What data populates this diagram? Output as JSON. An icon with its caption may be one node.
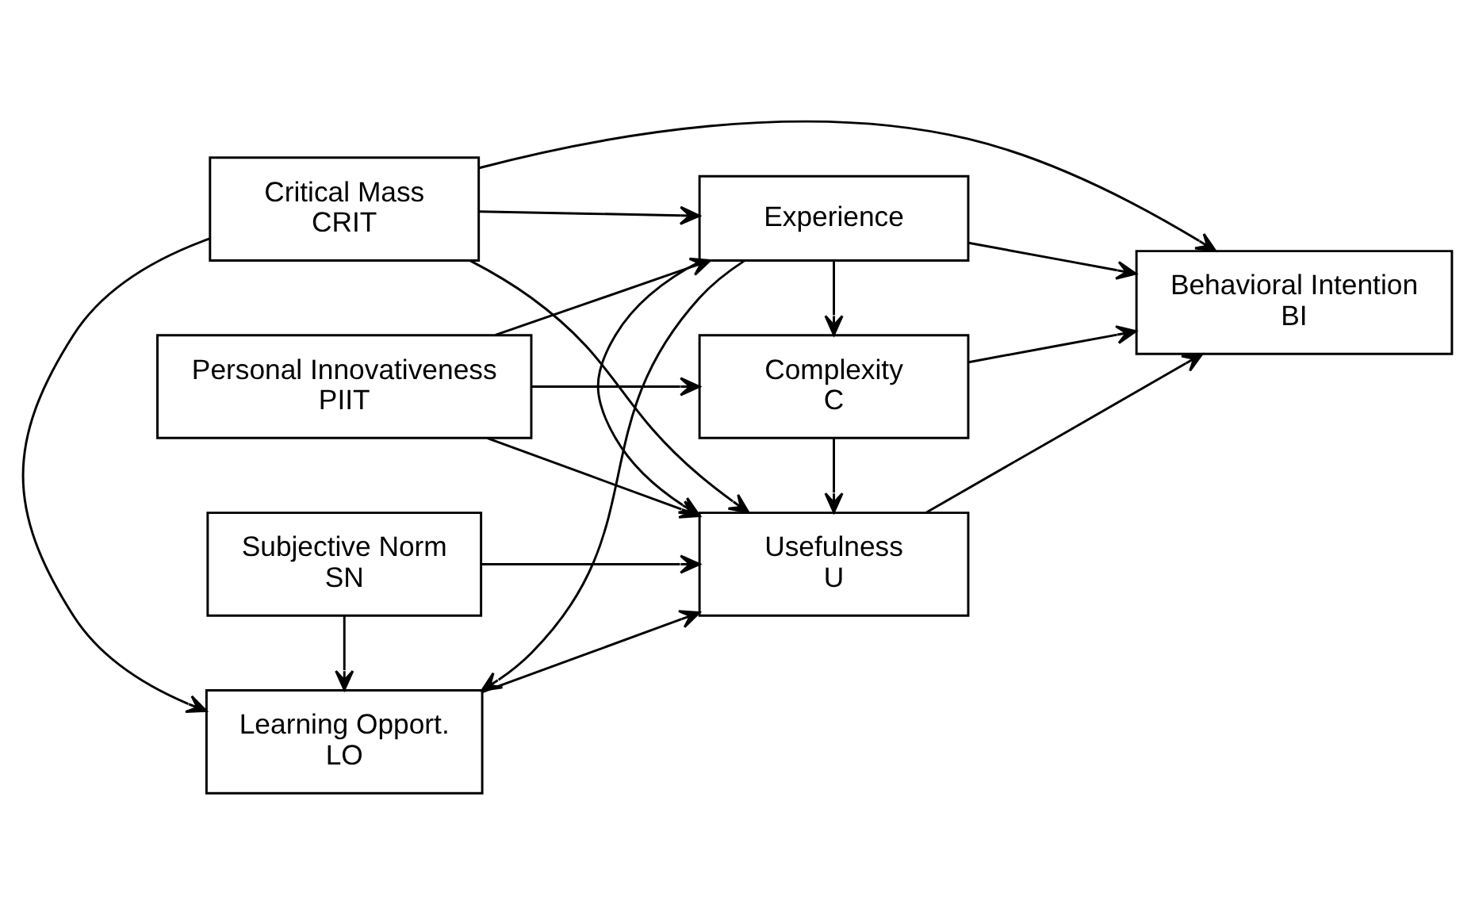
{
  "diagram": {
    "nodes": [
      {
        "text": [
          "Critical Mass",
          "CRIT"
        ]
      },
      {
        "text": [
          "Experience"
        ]
      },
      {
        "text": [
          "Learning Opport.",
          "LO"
        ]
      },
      {
        "text": [
          "Usefulness",
          "U"
        ]
      },
      {
        "text": [
          "Behavioral Intention",
          "BI"
        ]
      },
      {
        "text": [
          "Subjective Norm",
          "SN"
        ]
      },
      {
        "text": [
          "Personal Innovativeness",
          "PIIT"
        ]
      },
      {
        "text": [
          "Complexity",
          "C"
        ]
      }
    ],
    "edges": [
      {
        "from": 0,
        "to": 1,
        "arrow": "to"
      },
      {
        "from": 0,
        "to": 2,
        "arrow": "to"
      },
      {
        "from": 0,
        "to": 3,
        "arrow": "to"
      },
      {
        "from": 0,
        "to": 4,
        "arrow": "to"
      },
      {
        "from": 6,
        "to": 1,
        "arrow": "to"
      },
      {
        "from": 1,
        "to": 2,
        "arrow": "to"
      },
      {
        "from": 1,
        "to": 3,
        "arrow": "to"
      },
      {
        "from": 1,
        "to": 7,
        "arrow": "to"
      },
      {
        "from": 1,
        "to": 4,
        "arrow": "to"
      },
      {
        "from": 2,
        "to": 3,
        "arrow": "to"
      },
      {
        "from": 5,
        "to": 2,
        "arrow": "to"
      },
      {
        "from": 5,
        "to": 3,
        "arrow": "to"
      },
      {
        "from": 6,
        "to": 3,
        "arrow": "to"
      },
      {
        "from": 6,
        "to": 7,
        "arrow": "to"
      },
      {
        "from": 7,
        "to": 3,
        "arrow": "to"
      },
      {
        "from": 3,
        "to": 4,
        "arrow": "to"
      },
      {
        "from": 7,
        "to": 4,
        "arrow": "to"
      }
    ]
  }
}
